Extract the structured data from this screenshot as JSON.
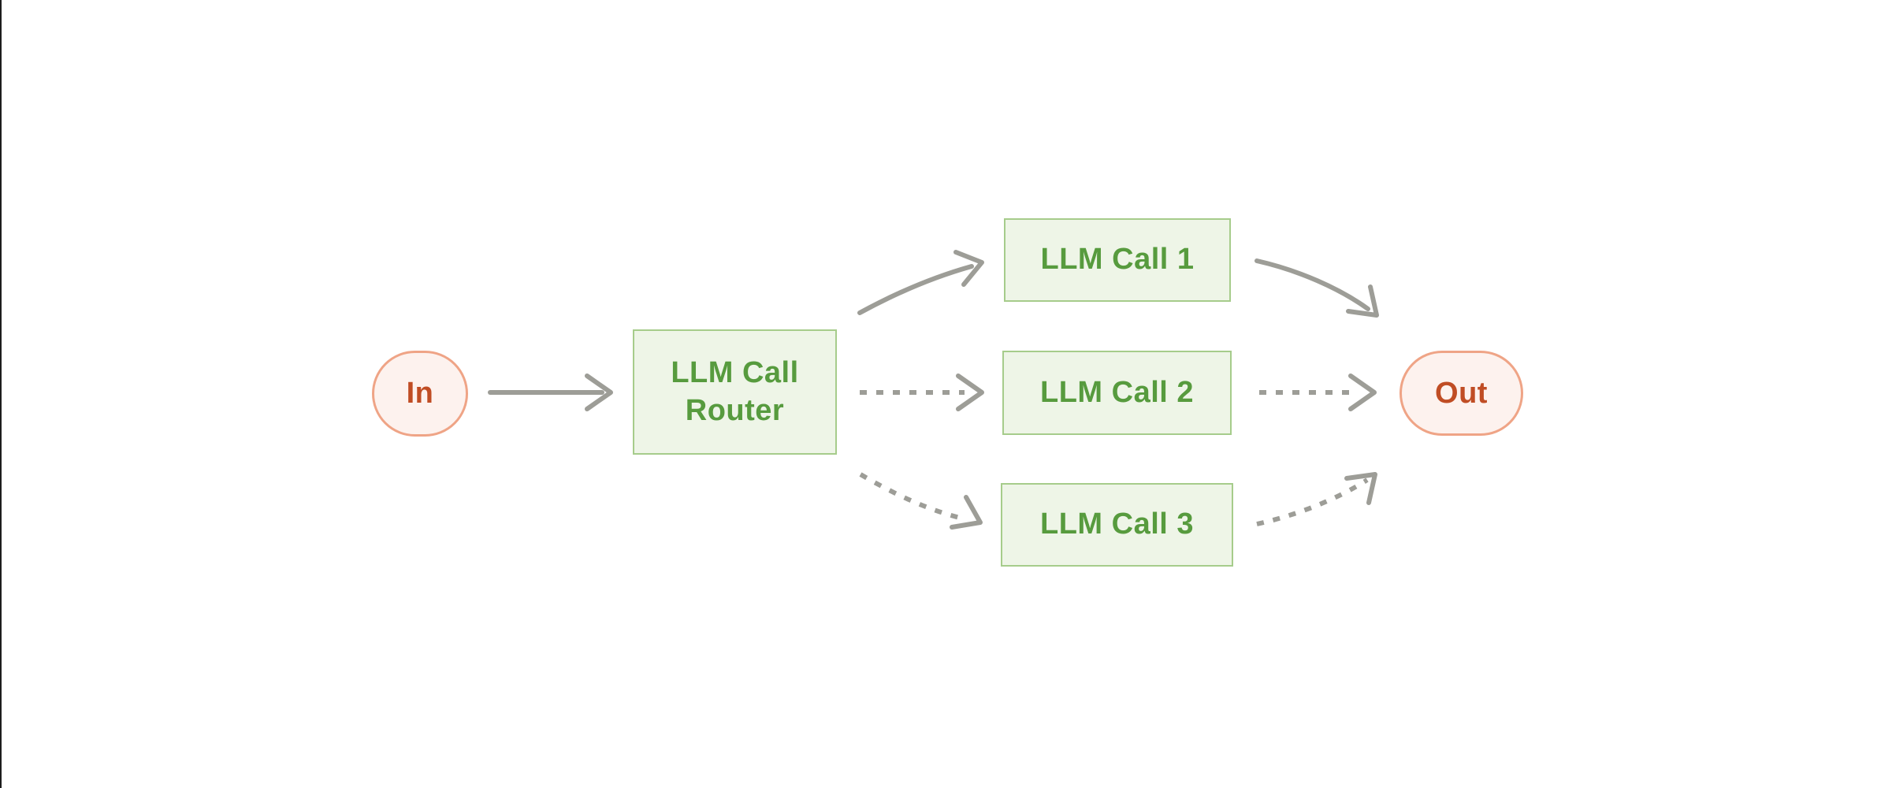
{
  "diagram": {
    "type": "flow-diagram",
    "nodes": [
      {
        "id": "in",
        "label": "In",
        "shape": "pill",
        "role": "input"
      },
      {
        "id": "router",
        "label": "LLM Call Router",
        "shape": "rect",
        "role": "router"
      },
      {
        "id": "call1",
        "label": "LLM Call 1",
        "shape": "rect",
        "role": "llm-call"
      },
      {
        "id": "call2",
        "label": "LLM Call 2",
        "shape": "rect",
        "role": "llm-call"
      },
      {
        "id": "call3",
        "label": "LLM Call 3",
        "shape": "rect",
        "role": "llm-call"
      },
      {
        "id": "out",
        "label": "Out",
        "shape": "pill",
        "role": "output"
      }
    ],
    "edges": [
      {
        "from": "in",
        "to": "router",
        "style": "solid"
      },
      {
        "from": "router",
        "to": "call1",
        "style": "solid"
      },
      {
        "from": "router",
        "to": "call2",
        "style": "dashed"
      },
      {
        "from": "router",
        "to": "call3",
        "style": "dashed"
      },
      {
        "from": "call1",
        "to": "out",
        "style": "solid"
      },
      {
        "from": "call2",
        "to": "out",
        "style": "dashed"
      },
      {
        "from": "call3",
        "to": "out",
        "style": "dashed"
      }
    ],
    "colors": {
      "background": "#ffffff",
      "green_node_fill": "#eef5e7",
      "green_node_border": "#a6cc8b",
      "green_node_text": "#579b3e",
      "pink_node_fill": "#fdf2ee",
      "pink_node_border": "#efa486",
      "pink_node_text": "#c04d24",
      "arrow": "#9d9d97",
      "left_edge_line": "#1c1c1c"
    }
  }
}
